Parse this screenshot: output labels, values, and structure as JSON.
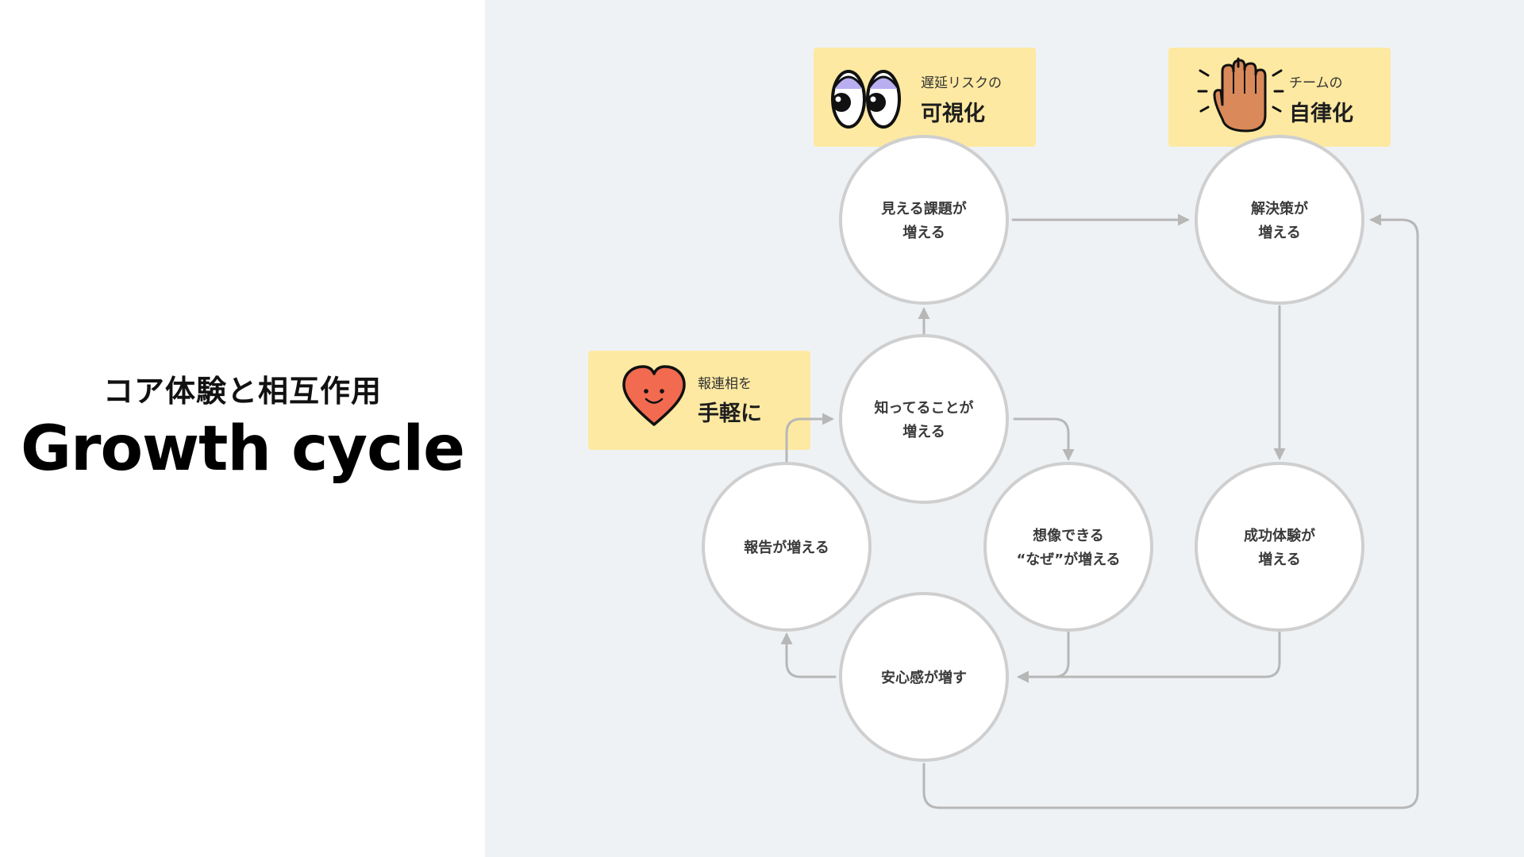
{
  "header": {
    "subtitle": "コア体験と相互作用",
    "title": "Growth cycle"
  },
  "badges": {
    "visibility": {
      "small": "遅延リスクの",
      "big": "可視化"
    },
    "autonomy": {
      "small": "チームの",
      "big": "自律化"
    },
    "casual": {
      "small": "報連相を",
      "big": "手軽に"
    }
  },
  "nodes": {
    "visible_issues": {
      "line1": "見える課題が",
      "line2": "増える"
    },
    "solutions": {
      "line1": "解決策が",
      "line2": "増える"
    },
    "knowledge": {
      "line1": "知ってることが",
      "line2": "増える"
    },
    "reports": {
      "line1": "報告が増える"
    },
    "imaginable_why": {
      "line1": "想像できる",
      "line2": "“なぜ”が増える"
    },
    "success": {
      "line1": "成功体験が",
      "line2": "増える"
    },
    "safety": {
      "line1": "安心感が増す"
    }
  },
  "icons": {
    "eyes": "eyes-icon",
    "hand": "raised-hand-icon",
    "heart": "smiling-heart-icon"
  },
  "colors": {
    "badge_fill": "#fde9a2",
    "node_border": "#cfcfcf",
    "arrow": "#b7b7b7",
    "panel_bg": "#eff2f5",
    "heart": "#f26a4f",
    "hand": "#d9895a"
  }
}
